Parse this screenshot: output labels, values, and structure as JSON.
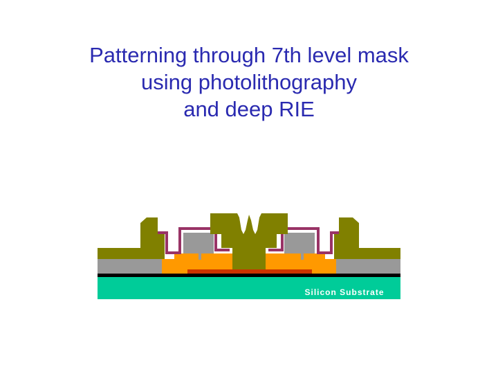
{
  "title": {
    "lines": [
      "Patterning through 7th level mask",
      "using photolithography",
      "and deep RIE"
    ]
  },
  "diagram": {
    "substrate_label": "Silicon Substrate",
    "colors": {
      "substrate": "#00cc99",
      "base_layer": "#000000",
      "oxide": "#999999",
      "sacrificial": "#ff9900",
      "electrode": "#cc3300",
      "metal": "#993366",
      "photoresist": "#808000",
      "label": "#ffffff"
    }
  }
}
